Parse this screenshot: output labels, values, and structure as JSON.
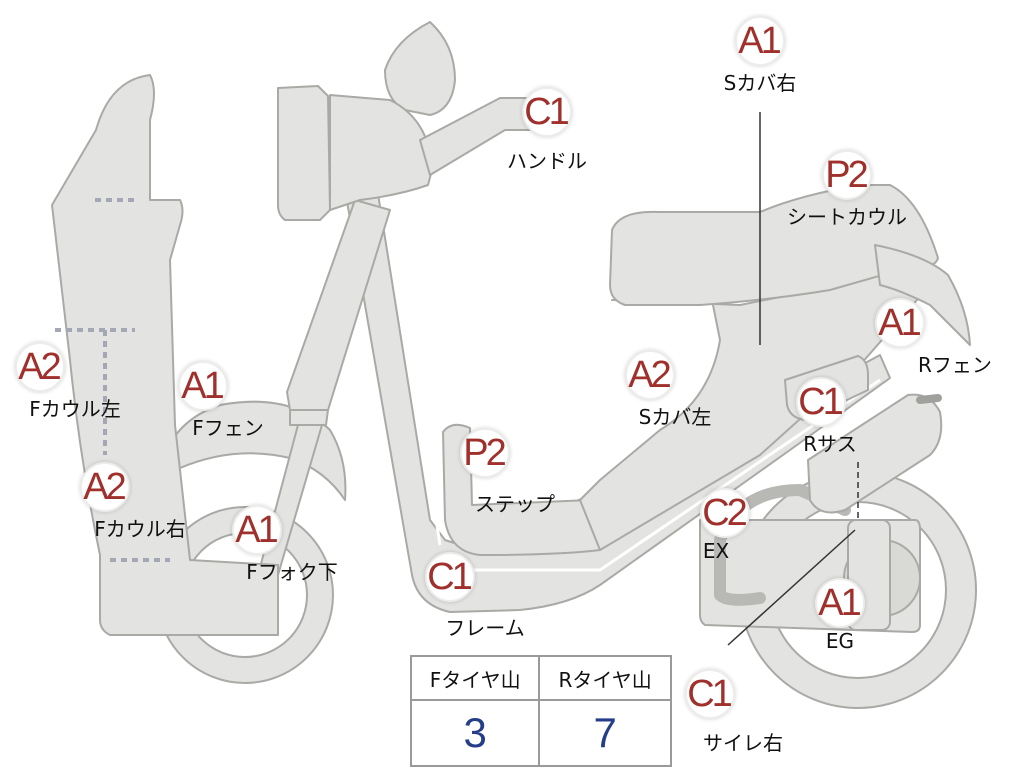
{
  "parts": [
    {
      "id": "handle",
      "grade": "C1",
      "label": "ハンドル"
    },
    {
      "id": "s-cover-right",
      "grade": "A1",
      "label": "Sカバ右"
    },
    {
      "id": "seat-cowl",
      "grade": "P2",
      "label": "シートカウル"
    },
    {
      "id": "r-fender",
      "grade": "A1",
      "label": "Rフェン"
    },
    {
      "id": "f-cowl-left",
      "grade": "A2",
      "label": "Fカウル左"
    },
    {
      "id": "f-fender",
      "grade": "A1",
      "label": "Fフェン"
    },
    {
      "id": "s-cover-left",
      "grade": "A2",
      "label": "Sカバ左"
    },
    {
      "id": "r-suspension",
      "grade": "C1",
      "label": "Rサス"
    },
    {
      "id": "f-cowl-right",
      "grade": "A2",
      "label": "Fカウル右"
    },
    {
      "id": "step",
      "grade": "P2",
      "label": "ステップ"
    },
    {
      "id": "f-fork-lower",
      "grade": "A1",
      "label": "Fフォク下"
    },
    {
      "id": "exhaust",
      "grade": "C2",
      "label": "EX"
    },
    {
      "id": "frame",
      "grade": "C1",
      "label": "フレーム"
    },
    {
      "id": "engine",
      "grade": "A1",
      "label": "EG"
    },
    {
      "id": "muffler-right",
      "grade": "C1",
      "label": "サイレ右"
    }
  ],
  "tire_table": {
    "headers": [
      "Fタイヤ山",
      "Rタイヤ山"
    ],
    "values": [
      "3",
      "7"
    ]
  },
  "colors": {
    "body_fill": "#e3e3e1",
    "outline": "#a9a9a6",
    "grade_text": "#a0302b",
    "tire_value": "#253e8a"
  }
}
